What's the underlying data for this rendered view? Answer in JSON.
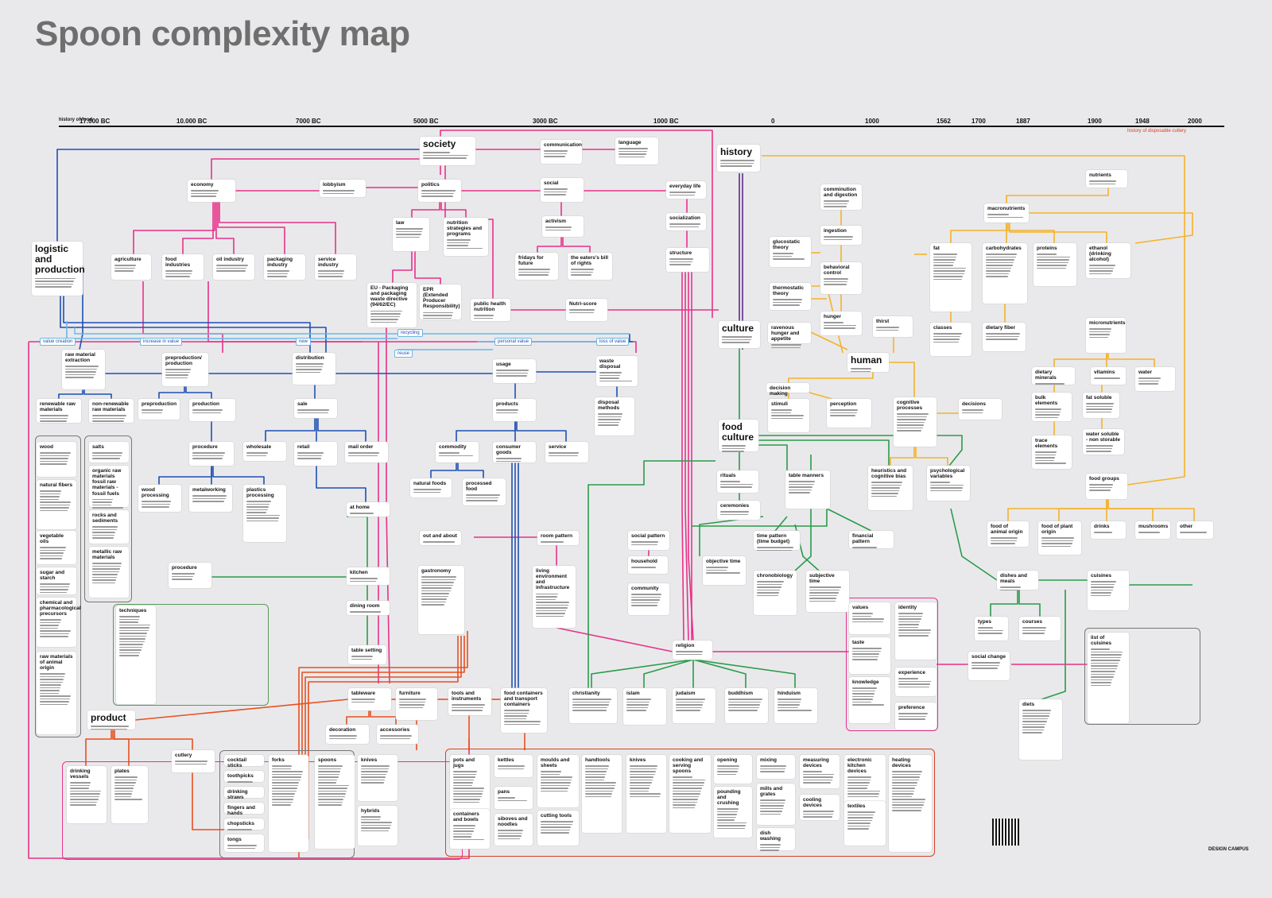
{
  "title": "Spoon complexity map",
  "timeline": {
    "label": "history of food",
    "ticks": [
      "17.000 BC",
      "10.000 BC",
      "7000 BC",
      "5000 BC",
      "3000 BC",
      "1000 BC",
      "0",
      "1000",
      "1562",
      "1700",
      "1887",
      "1900",
      "1948",
      "2000"
    ],
    "disposable_label": "history of disposable cutlery"
  },
  "colors": {
    "background": "#e9e9eb",
    "society": "#e8318a",
    "economy": "#1f4fb4",
    "value": "#6ab7e6",
    "culture": "#2a9b4a",
    "history": "#5c2b86",
    "human": "#f4b22a",
    "product": "#e8501f",
    "frame_gray": "#777777",
    "disposable_red": "#d8401f"
  },
  "nodes": [
    {
      "id": "society",
      "label": "society",
      "level": "major"
    },
    {
      "id": "communication",
      "label": "communication",
      "level": "minor"
    },
    {
      "id": "language",
      "label": "language",
      "level": "minor"
    },
    {
      "id": "history",
      "label": "history",
      "level": "major"
    },
    {
      "id": "economy",
      "label": "economy",
      "level": "minor"
    },
    {
      "id": "lobbyism",
      "label": "lobbyism",
      "level": "minor"
    },
    {
      "id": "politics",
      "label": "politics",
      "level": "minor"
    },
    {
      "id": "social",
      "label": "social",
      "level": "minor"
    },
    {
      "id": "everyday-life",
      "label": "everyday life",
      "level": "minor"
    },
    {
      "id": "socialization",
      "label": "socialization",
      "level": "minor"
    },
    {
      "id": "structure",
      "label": "structure",
      "level": "minor"
    },
    {
      "id": "nutrients",
      "label": "nutrients",
      "level": "minor"
    },
    {
      "id": "logistic-and-production",
      "label": "logistic and production",
      "level": "major"
    },
    {
      "id": "agriculture",
      "label": "agriculture",
      "level": "minor"
    },
    {
      "id": "food-industries",
      "label": "food industries",
      "level": "minor"
    },
    {
      "id": "oil-industry",
      "label": "oil industry",
      "level": "minor"
    },
    {
      "id": "packaging-industry",
      "label": "packaging industry",
      "level": "minor"
    },
    {
      "id": "service-industry",
      "label": "service industry",
      "level": "minor"
    },
    {
      "id": "law",
      "label": "law",
      "level": "minor"
    },
    {
      "id": "nutrition-strategies",
      "label": "nutrition strategies and programs",
      "level": "minor"
    },
    {
      "id": "activism",
      "label": "activism",
      "level": "minor"
    },
    {
      "id": "fridays-for-future",
      "label": "fridays for future",
      "level": "minor"
    },
    {
      "id": "the-eaters-bill",
      "label": "the eaters's bill of rights",
      "level": "minor"
    },
    {
      "id": "eu-packaging",
      "label": "EU - Packaging and packaging waste directive (94/62/EC)",
      "level": "minor"
    },
    {
      "id": "epr",
      "label": "EPR (Extended Producer Responsibility)",
      "level": "minor"
    },
    {
      "id": "public-health",
      "label": "public health nutrition",
      "level": "minor"
    },
    {
      "id": "nutri-score",
      "label": "Nutri-score",
      "level": "minor"
    },
    {
      "id": "culture",
      "label": "culture",
      "level": "major"
    },
    {
      "id": "human",
      "label": "human",
      "level": "major"
    },
    {
      "id": "comminution",
      "label": "comminution and digestion",
      "level": "minor"
    },
    {
      "id": "ingestion",
      "label": "ingestion",
      "level": "minor"
    },
    {
      "id": "glucostatic",
      "label": "glucostatic theory",
      "level": "minor"
    },
    {
      "id": "behavioral-control",
      "label": "behavioral control",
      "level": "minor"
    },
    {
      "id": "thermostatic",
      "label": "thermostatic theory",
      "level": "minor"
    },
    {
      "id": "hunger",
      "label": "hunger",
      "level": "minor"
    },
    {
      "id": "thirst",
      "label": "thirst",
      "level": "minor"
    },
    {
      "id": "ravenous",
      "label": "ravenous hunger and appetite",
      "level": "minor"
    },
    {
      "id": "micronutrients",
      "label": "macronutrients",
      "level": "minor"
    },
    {
      "id": "fat",
      "label": "fat",
      "level": "minor"
    },
    {
      "id": "carbohydrates",
      "label": "carbohydrates",
      "level": "minor"
    },
    {
      "id": "proteins",
      "label": "proteins",
      "level": "minor"
    },
    {
      "id": "ethanol",
      "label": "ethanol (drinking alcohol)",
      "level": "minor"
    },
    {
      "id": "classes",
      "label": "classes",
      "level": "minor"
    },
    {
      "id": "dietary-fiber",
      "label": "dietary fiber",
      "level": "minor"
    },
    {
      "id": "micronutrients2",
      "label": "micronutrients",
      "level": "minor"
    },
    {
      "id": "dietary-minerals",
      "label": "dietary minerals",
      "level": "minor"
    },
    {
      "id": "vitamins",
      "label": "vitamins",
      "level": "minor"
    },
    {
      "id": "water",
      "label": "water",
      "level": "minor"
    },
    {
      "id": "bulk-elements",
      "label": "bulk elements",
      "level": "minor"
    },
    {
      "id": "fat-soluble",
      "label": "fat soluble",
      "level": "minor"
    },
    {
      "id": "trace-elements",
      "label": "trace elements",
      "level": "minor"
    },
    {
      "id": "water-soluble",
      "label": "water soluble - non storable",
      "level": "minor"
    },
    {
      "id": "raw-material",
      "label": "raw material extraction",
      "level": "minor"
    },
    {
      "id": "preproduction",
      "label": "preproduction/ production",
      "level": "minor"
    },
    {
      "id": "distribution",
      "label": "distribution",
      "level": "minor"
    },
    {
      "id": "usage",
      "label": "usage",
      "level": "minor"
    },
    {
      "id": "waste-disposal",
      "label": "waste disposal",
      "level": "minor"
    },
    {
      "id": "renewable",
      "label": "renewable raw materials",
      "level": "minor"
    },
    {
      "id": "non-renewable",
      "label": "non-renewable raw materials",
      "level": "minor"
    },
    {
      "id": "preproduction2",
      "label": "preproduction",
      "level": "minor"
    },
    {
      "id": "production",
      "label": "production",
      "level": "minor"
    },
    {
      "id": "sale",
      "label": "sale",
      "level": "minor"
    },
    {
      "id": "products",
      "label": "products",
      "level": "minor"
    },
    {
      "id": "disposal-methods",
      "label": "disposal methods",
      "level": "minor"
    },
    {
      "id": "decision-making",
      "label": "decision making",
      "level": "minor"
    },
    {
      "id": "stimuli",
      "label": "stimuli",
      "level": "minor"
    },
    {
      "id": "perception",
      "label": "perception",
      "level": "minor"
    },
    {
      "id": "cognitive-processes",
      "label": "cognitive processes",
      "level": "minor"
    },
    {
      "id": "decisions",
      "label": "decisions",
      "level": "minor"
    },
    {
      "id": "food-culture",
      "label": "food culture",
      "level": "major"
    },
    {
      "id": "procedure",
      "label": "procedure",
      "level": "minor"
    },
    {
      "id": "wholesale",
      "label": "wholesale",
      "level": "minor"
    },
    {
      "id": "retail",
      "label": "retail",
      "level": "minor"
    },
    {
      "id": "mail-order",
      "label": "mail order",
      "level": "minor"
    },
    {
      "id": "commodity",
      "label": "commodity",
      "level": "minor"
    },
    {
      "id": "consumer-goods",
      "label": "consumer goods",
      "level": "minor"
    },
    {
      "id": "service",
      "label": "service",
      "level": "minor"
    },
    {
      "id": "rituals",
      "label": "rituals",
      "level": "minor"
    },
    {
      "id": "table-manners",
      "label": "table manners",
      "level": "minor"
    },
    {
      "id": "heuristics",
      "label": "heuristics and cognitive bias",
      "level": "minor"
    },
    {
      "id": "psychological",
      "label": "psychological variables",
      "level": "minor"
    },
    {
      "id": "food-groups",
      "label": "food groups",
      "level": "minor"
    },
    {
      "id": "wood-processing",
      "label": "wood processing",
      "level": "minor"
    },
    {
      "id": "metalworking",
      "label": "metalworking",
      "level": "minor"
    },
    {
      "id": "plastics-processing",
      "label": "plastics processing",
      "level": "minor"
    },
    {
      "id": "natural-foods",
      "label": "natural foods",
      "level": "minor"
    },
    {
      "id": "processed-food",
      "label": "processed food",
      "level": "minor"
    },
    {
      "id": "at-home",
      "label": "at home",
      "level": "minor"
    },
    {
      "id": "ceremonies",
      "label": "ceremonies",
      "level": "minor"
    },
    {
      "id": "out-and-about",
      "label": "out and about",
      "level": "minor"
    },
    {
      "id": "room-pattern",
      "label": "room pattern",
      "level": "minor"
    },
    {
      "id": "social-pattern",
      "label": "social pattern",
      "level": "minor"
    },
    {
      "id": "time-pattern",
      "label": "time pattern (time budget)",
      "level": "minor"
    },
    {
      "id": "financial-pattern",
      "label": "financial pattern",
      "level": "minor"
    },
    {
      "id": "food-animal",
      "label": "food of animal origin",
      "level": "minor"
    },
    {
      "id": "food-plant",
      "label": "food of plant origin",
      "level": "minor"
    },
    {
      "id": "drinks",
      "label": "drinks",
      "level": "minor"
    },
    {
      "id": "mushrooms",
      "label": "mushrooms",
      "level": "minor"
    },
    {
      "id": "other",
      "label": "other",
      "level": "minor"
    },
    {
      "id": "procedure2",
      "label": "procedure",
      "level": "minor"
    },
    {
      "id": "kitchen",
      "label": "kitchen",
      "level": "minor"
    },
    {
      "id": "gastronomy",
      "label": "gastronomy",
      "level": "minor"
    },
    {
      "id": "living-environment",
      "label": "living environment and infrastructure",
      "level": "minor"
    },
    {
      "id": "household",
      "label": "household",
      "level": "minor"
    },
    {
      "id": "community",
      "label": "community",
      "level": "minor"
    },
    {
      "id": "objective-time",
      "label": "objective time",
      "level": "minor"
    },
    {
      "id": "chronobiology",
      "label": "chronobiology",
      "level": "minor"
    },
    {
      "id": "subjective-time",
      "label": "subjective time",
      "level": "minor"
    },
    {
      "id": "dishes-and-meals",
      "label": "dishes and meals",
      "level": "minor"
    },
    {
      "id": "cuisines",
      "label": "cuisines",
      "level": "minor"
    },
    {
      "id": "dining-room",
      "label": "dining room",
      "level": "minor"
    },
    {
      "id": "values",
      "label": "values",
      "level": "minor"
    },
    {
      "id": "identity",
      "label": "identity",
      "level": "minor"
    },
    {
      "id": "taste",
      "label": "taste",
      "level": "minor"
    },
    {
      "id": "experience",
      "label": "experience",
      "level": "minor"
    },
    {
      "id": "knowledge",
      "label": "knowledge",
      "level": "minor"
    },
    {
      "id": "preference",
      "label": "preference",
      "level": "minor"
    },
    {
      "id": "types",
      "label": "types",
      "level": "minor"
    },
    {
      "id": "courses",
      "label": "courses",
      "level": "minor"
    },
    {
      "id": "social-change",
      "label": "social change",
      "level": "minor"
    },
    {
      "id": "list-of-cuisines",
      "label": "list of cuisines",
      "level": "minor"
    },
    {
      "id": "table-setting",
      "label": "table setting",
      "level": "minor"
    },
    {
      "id": "religion",
      "label": "religion",
      "level": "minor"
    },
    {
      "id": "christianity",
      "label": "christianity",
      "level": "minor"
    },
    {
      "id": "islam",
      "label": "islam",
      "level": "minor"
    },
    {
      "id": "judaism",
      "label": "judaism",
      "level": "minor"
    },
    {
      "id": "buddhism",
      "label": "buddhism",
      "level": "minor"
    },
    {
      "id": "hinduism",
      "label": "hinduism",
      "level": "minor"
    },
    {
      "id": "diets",
      "label": "diets",
      "level": "minor"
    },
    {
      "id": "product",
      "label": "product",
      "level": "major"
    },
    {
      "id": "tableware",
      "label": "tableware",
      "level": "minor"
    },
    {
      "id": "furniture",
      "label": "furniture",
      "level": "minor"
    },
    {
      "id": "tools-instruments",
      "label": "tools and instruments",
      "level": "minor"
    },
    {
      "id": "food-containers",
      "label": "food containers and transport containers",
      "level": "minor"
    },
    {
      "id": "decoration",
      "label": "decoration",
      "level": "minor"
    },
    {
      "id": "accessories",
      "label": "accessories",
      "level": "minor"
    },
    {
      "id": "drinking-vessels",
      "label": "drinking vessels",
      "level": "minor"
    },
    {
      "id": "plates",
      "label": "plates",
      "level": "minor"
    },
    {
      "id": "cutlery",
      "label": "cutlery",
      "level": "minor"
    },
    {
      "id": "cocktail-sticks",
      "label": "cocktail sticks",
      "level": "minor"
    },
    {
      "id": "toothpicks",
      "label": "toothpicks",
      "level": "minor"
    },
    {
      "id": "drinking-straws",
      "label": "drinking straws",
      "level": "minor"
    },
    {
      "id": "fingers-hands",
      "label": "fingers and hands",
      "level": "minor"
    },
    {
      "id": "chopsticks",
      "label": "chopsticks",
      "level": "minor"
    },
    {
      "id": "tongs",
      "label": "tongs",
      "level": "minor"
    },
    {
      "id": "forks",
      "label": "forks",
      "level": "minor"
    },
    {
      "id": "spoons",
      "label": "spoons",
      "level": "minor"
    },
    {
      "id": "knives",
      "label": "knives",
      "level": "minor"
    },
    {
      "id": "hybrids",
      "label": "hybrids",
      "level": "minor"
    },
    {
      "id": "pots-jugs",
      "label": "pots and jugs",
      "level": "minor"
    },
    {
      "id": "kettles",
      "label": "kettles",
      "level": "minor"
    },
    {
      "id": "moulds-sheets",
      "label": "moulds and sheets",
      "level": "minor"
    },
    {
      "id": "handtools",
      "label": "handtools",
      "level": "minor"
    },
    {
      "id": "knives2",
      "label": "knives",
      "level": "minor"
    },
    {
      "id": "cooking-spoons",
      "label": "cooking and serving spoons",
      "level": "minor"
    },
    {
      "id": "opening",
      "label": "opening",
      "level": "minor"
    },
    {
      "id": "mixing",
      "label": "mixing",
      "level": "minor"
    },
    {
      "id": "measuring",
      "label": "measuring devices",
      "level": "minor"
    },
    {
      "id": "electronic",
      "label": "electronic kitchen devices",
      "level": "minor"
    },
    {
      "id": "heating",
      "label": "heating devices",
      "level": "minor"
    },
    {
      "id": "pans",
      "label": "pans",
      "level": "minor"
    },
    {
      "id": "pounding",
      "label": "pounding and crushing",
      "level": "minor"
    },
    {
      "id": "mills-grates",
      "label": "mills and grates",
      "level": "minor"
    },
    {
      "id": "cooling",
      "label": "cooling devices",
      "level": "minor"
    },
    {
      "id": "containers-bowls",
      "label": "containers and bowls",
      "level": "minor"
    },
    {
      "id": "siboves",
      "label": "siboves and noodles",
      "level": "minor"
    },
    {
      "id": "cutting-tools",
      "label": "cutting tools",
      "level": "minor"
    },
    {
      "id": "dish-washing",
      "label": "dish washing",
      "level": "minor"
    },
    {
      "id": "textiles",
      "label": "textiles",
      "level": "minor"
    },
    {
      "id": "wood",
      "label": "wood",
      "level": "minor"
    },
    {
      "id": "natural-fibers",
      "label": "natural fibers",
      "level": "minor"
    },
    {
      "id": "vegetable-oils",
      "label": "vegetable oils",
      "level": "minor"
    },
    {
      "id": "sugar-starch",
      "label": "sugar and starch",
      "level": "minor"
    },
    {
      "id": "chemical",
      "label": "chemical and pharmacological precursors",
      "level": "minor"
    },
    {
      "id": "raw-animal",
      "label": "raw materials of animal origin",
      "level": "minor"
    },
    {
      "id": "salts",
      "label": "salts",
      "level": "minor"
    },
    {
      "id": "organic-raw",
      "label": "organic raw materials fossil raw materials - fossil fuels",
      "level": "minor"
    },
    {
      "id": "rocks",
      "label": "rocks and sediments",
      "level": "minor"
    },
    {
      "id": "metallic",
      "label": "metallic raw materials",
      "level": "minor"
    },
    {
      "id": "techniques",
      "label": "techniques",
      "level": "minor"
    }
  ],
  "badges": [
    {
      "id": "value-creation",
      "label": "value creation"
    },
    {
      "id": "increase-in-value",
      "label": "increase in value"
    },
    {
      "id": "new",
      "label": "new"
    },
    {
      "id": "recycling",
      "label": "recycling"
    },
    {
      "id": "personal-value",
      "label": "personal value"
    },
    {
      "id": "loss-of-value",
      "label": "loss of value"
    },
    {
      "id": "reuse",
      "label": "reuse"
    }
  ],
  "footer": {
    "brand": "DESIGN CAMPUS"
  }
}
